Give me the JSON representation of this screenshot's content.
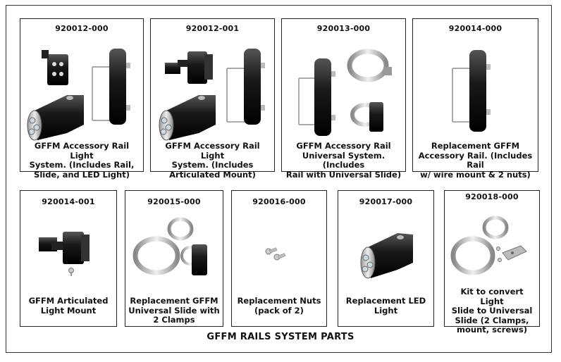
{
  "caption": "GFFM RAILS SYSTEM PARTS",
  "cards": [
    {
      "part": "920012-000",
      "desc": [
        "GFFM Accessory Rail Light",
        "System.  (Includes Rail,",
        "Slide, and LED Light)"
      ],
      "icons": [
        "slide-mount-icon",
        "rail-icon",
        "led-light-icon"
      ]
    },
    {
      "part": "920012-001",
      "desc": [
        "GFFM Accessory Rail Light",
        "System. (Includes",
        "Articulated Mount)"
      ],
      "icons": [
        "articulated-mount-icon",
        "rail-icon",
        "led-light-icon"
      ]
    },
    {
      "part": "920013-000",
      "desc": [
        "GFFM Accessory Rail",
        "Universal System. (Includes",
        "Rail with Universal Slide)"
      ],
      "icons": [
        "rail-icon",
        "clamp-icon",
        "universal-slide-icon"
      ]
    },
    {
      "part": "920014-000",
      "desc": [
        "Replacement GFFM",
        "Accessory Rail. (Includes Rail",
        "w/ wire mount & 2 nuts)"
      ],
      "icons": [
        "rail-icon"
      ]
    },
    {
      "part": "920014-001",
      "desc": [
        "GFFM  Articulated",
        "Light Mount"
      ],
      "icons": [
        "articulated-mount-icon",
        "screw-icon"
      ]
    },
    {
      "part": "920015-000",
      "desc": [
        "Replacement GFFM",
        "Universal Slide with",
        "2 Clamps"
      ],
      "icons": [
        "clamp-icon",
        "universal-slide-icon"
      ]
    },
    {
      "part": "920016-000",
      "desc": [
        "Replacement Nuts",
        "(pack of 2)"
      ],
      "icons": [
        "nut-icon"
      ]
    },
    {
      "part": "920017-000",
      "desc": [
        "Replacement LED",
        "Light"
      ],
      "icons": [
        "led-light-icon"
      ]
    },
    {
      "part": "920018-000",
      "desc": [
        "Kit to convert Light",
        "Slide to Universal",
        "Slide (2 Clamps,",
        "mount, screws)"
      ],
      "icons": [
        "clamp-icon",
        "mount-plate-icon",
        "screw-icon"
      ]
    }
  ]
}
